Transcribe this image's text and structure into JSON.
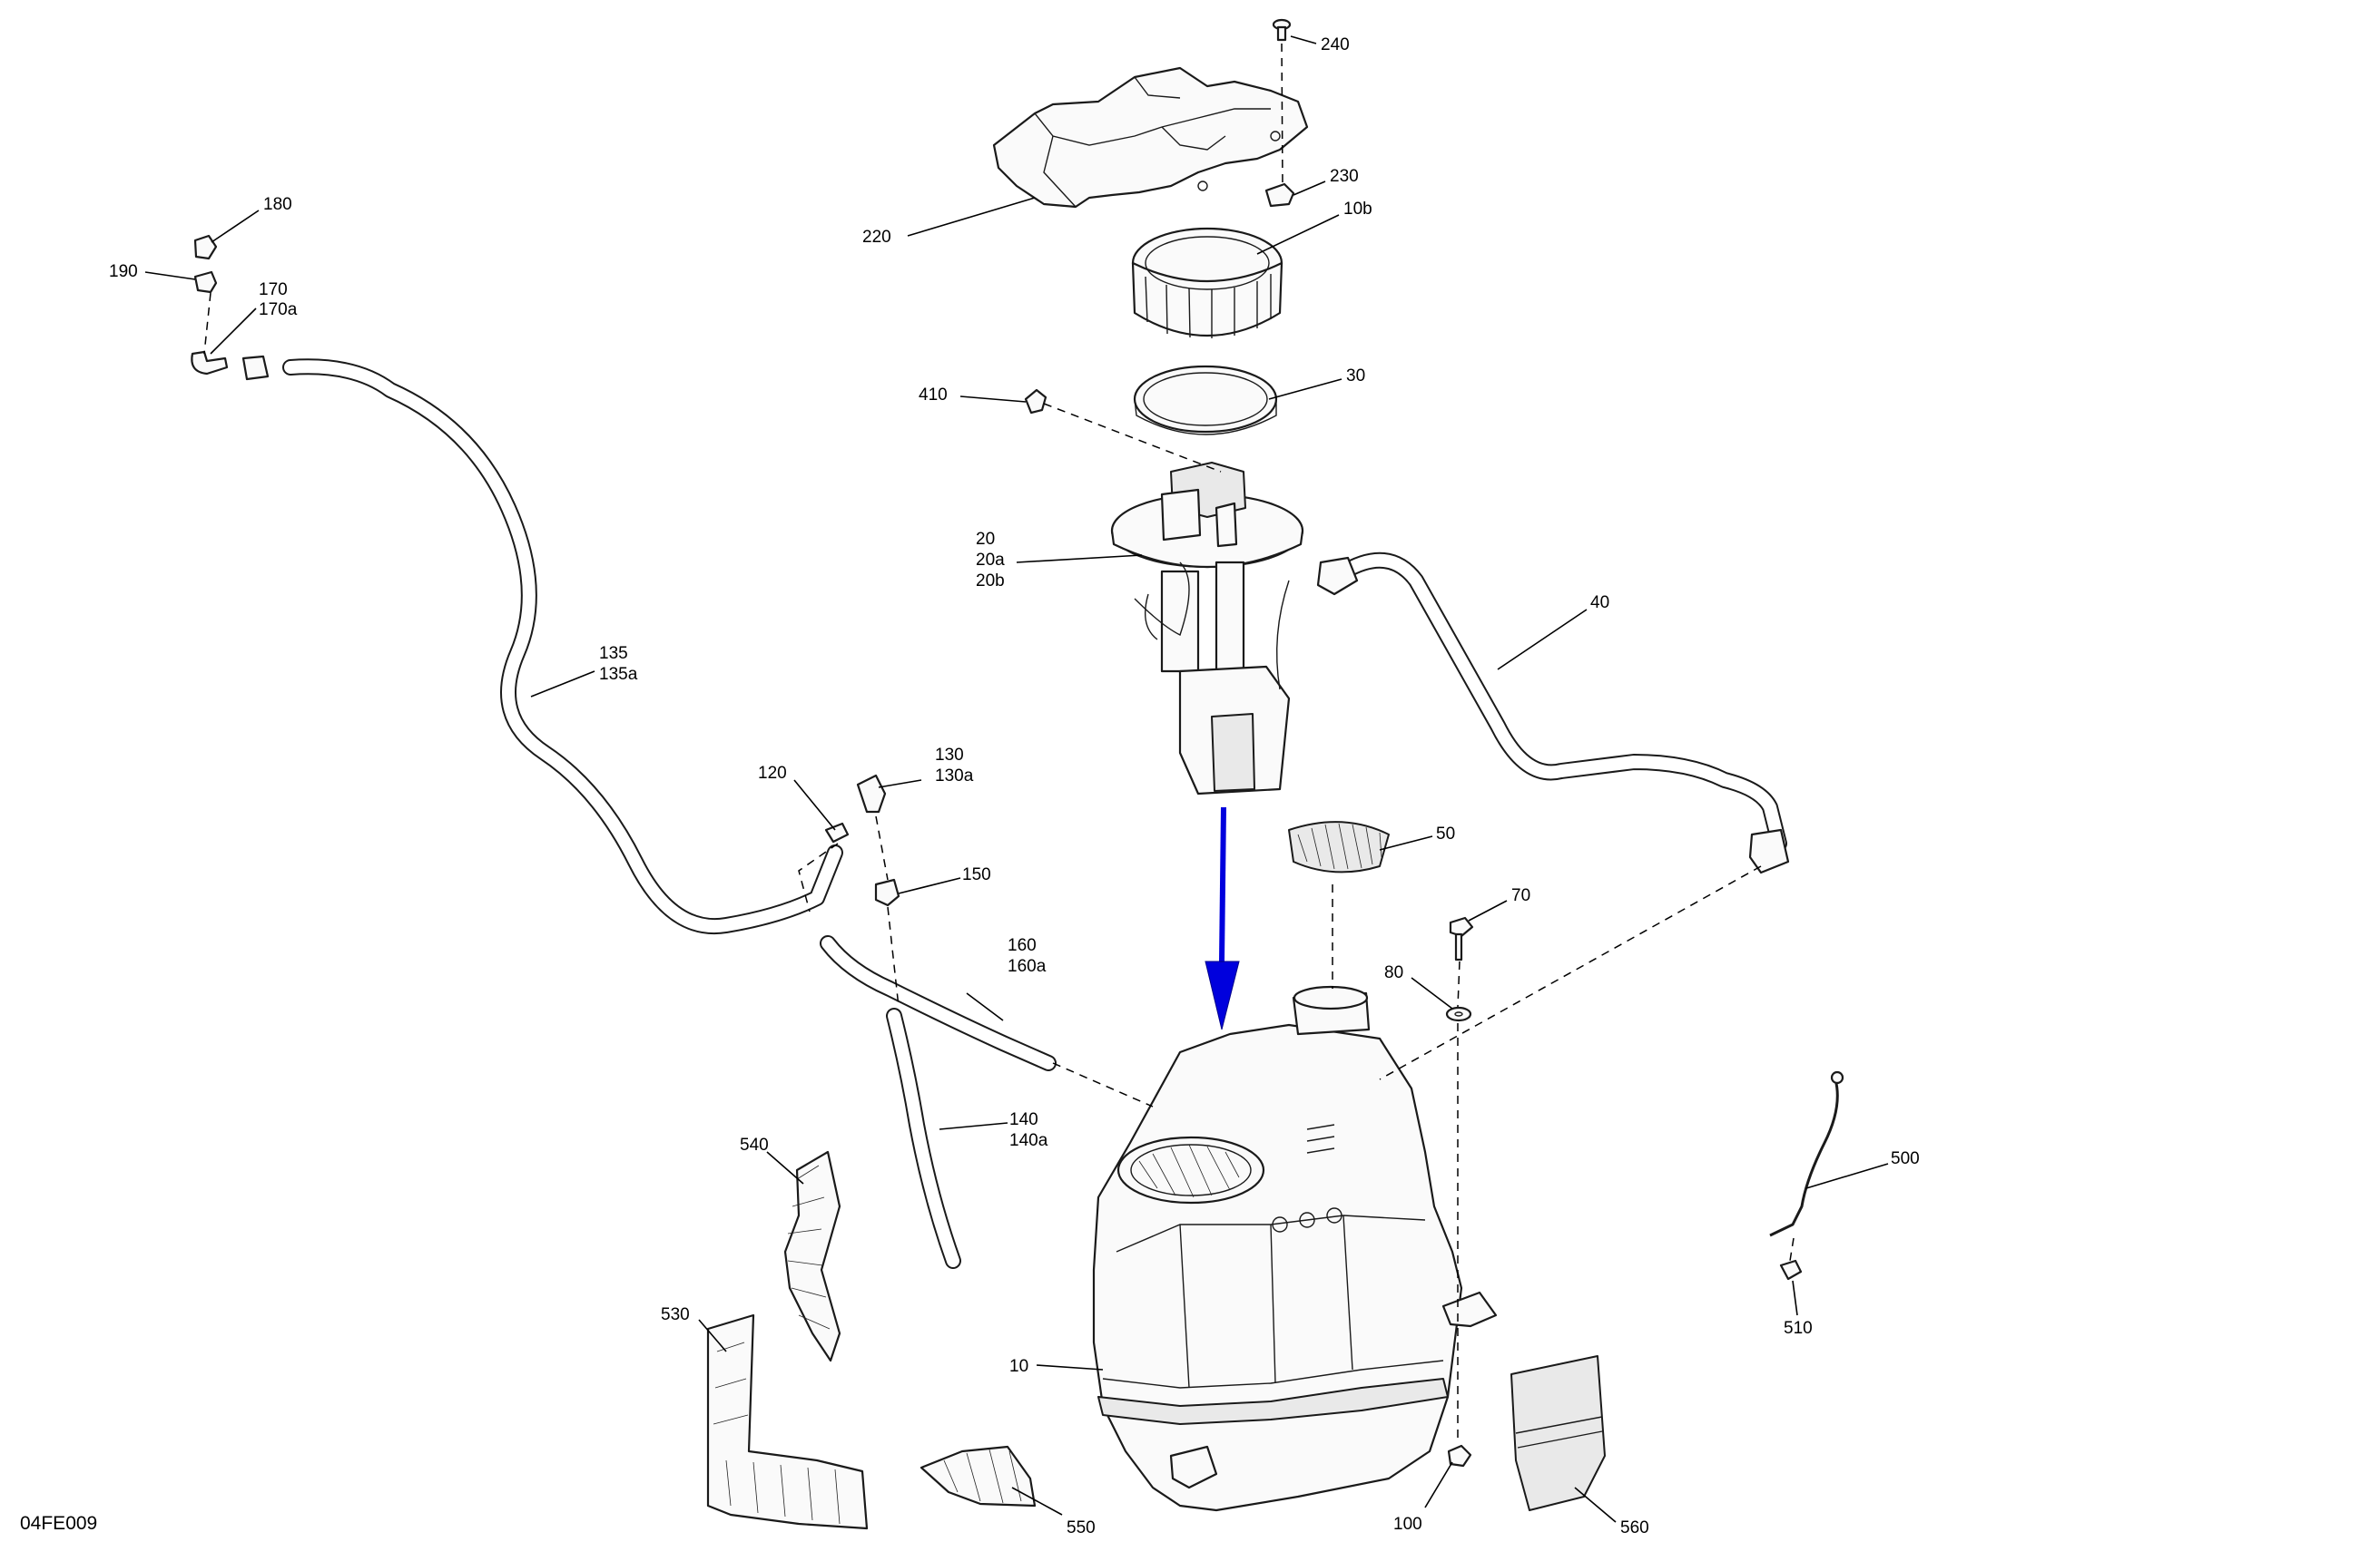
{
  "diagram": {
    "figure_code": "04FE009",
    "accent_color": "#0000dd",
    "part_labels": [
      "240",
      "230",
      "220",
      "10b",
      "180",
      "190",
      "170",
      "170a",
      "30",
      "410",
      "20",
      "20a",
      "20b",
      "40",
      "135",
      "135a",
      "130",
      "130a",
      "120",
      "150",
      "50",
      "70",
      "80",
      "160",
      "160a",
      "140",
      "140a",
      "540",
      "500",
      "510",
      "530",
      "10",
      "550",
      "100",
      "560"
    ]
  }
}
